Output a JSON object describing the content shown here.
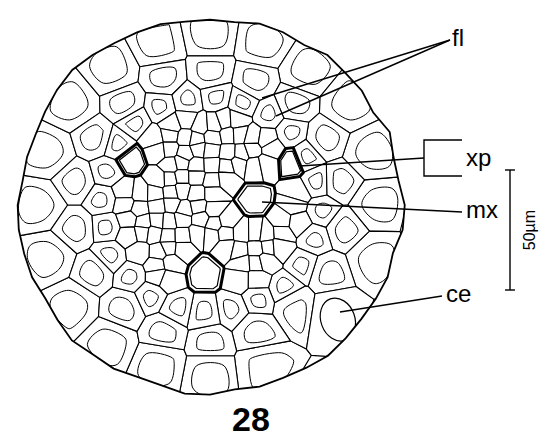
{
  "diagram": {
    "labels": [
      "fl",
      "xp",
      "mx",
      "ce",
      "50µm",
      "28"
    ]
  }
}
